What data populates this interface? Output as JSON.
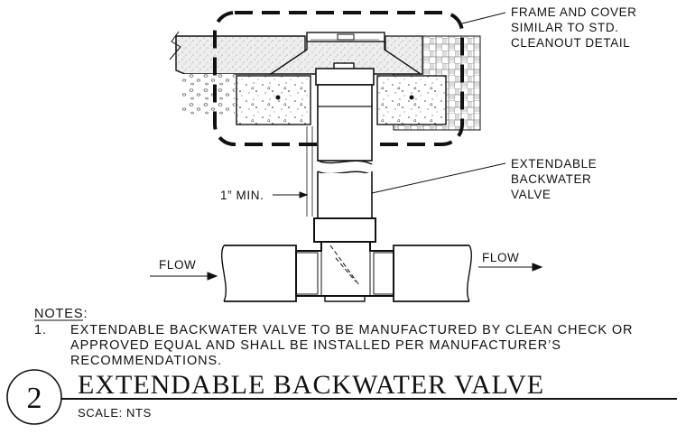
{
  "callouts": {
    "frame_cover": [
      "FRAME AND COVER",
      "SIMILAR TO STD.",
      "CLEANOUT DETAIL"
    ],
    "valve": [
      "EXTENDABLE",
      "BACKWATER",
      "VALVE"
    ],
    "min_clearance": "1” MIN.",
    "flow_left": "FLOW",
    "flow_right": "FLOW"
  },
  "notes": {
    "heading": "NOTES:",
    "items": [
      {
        "number": "1.",
        "lines": [
          "EXTENDABLE BACKWATER VALVE TO BE MANUFACTURED BY CLEAN CHECK OR",
          "APPROVED EQUAL AND SHALL BE INSTALLED PER MANUFACTURER’S",
          "RECOMMENDATIONS."
        ]
      }
    ]
  },
  "title_block": {
    "detail_number": "2",
    "title": "EXTENDABLE BACKWATER VALVE",
    "scale": "SCALE: NTS"
  }
}
